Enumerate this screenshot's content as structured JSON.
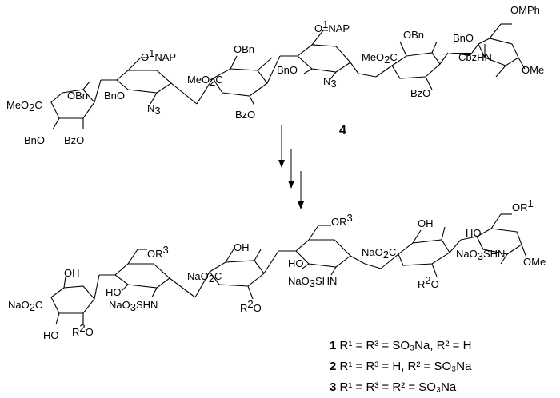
{
  "compound_label": "4",
  "top_labels": {
    "ome_top": "OMe",
    "omph": "OMPh",
    "bno_r1": "BnO",
    "cbzhn": "CbzHN",
    "obn_r2": "OBn",
    "meo2c_r2": "MeO",
    "bzo_r2": "BzO",
    "onap_r3": "O",
    "onap_r3_sup": "1",
    "onap_r3_tail": "NAP",
    "bno_r3": "BnO",
    "n3_r3": "N",
    "obn_r4": "OBn",
    "meo2c_r4": "MeO",
    "bzo_r4": "BzO",
    "onap_r5": "O",
    "onap_r5_sup": "1",
    "onap_r5_tail": "NAP",
    "bno_r5": "BnO",
    "n3_r5": "N",
    "obn_r6": "OBn",
    "meo2c_r6": "MeO",
    "bno_r6": "BnO",
    "bzo_r6": "BzO"
  },
  "bottom_labels": {
    "ome_bot": "OMe",
    "or1": "OR",
    "ho_r1": "HO",
    "naso3shn_r1": "NaO",
    "oh_r2": "OH",
    "nao2c_r2": "NaO",
    "r2o_r2": "R",
    "or3_r3": "OR",
    "ho_r3": "HO",
    "naso3shn_r3": "NaO",
    "oh_r4": "OH",
    "nao2c_r4": "NaO",
    "r2o_r4": "R",
    "or3_r5": "OR",
    "ho_r5": "HO",
    "naso3shn_r5": "NaO",
    "oh_r6": "OH",
    "nao2c_r6": "NaO",
    "ho_r6": "HO",
    "r2o_r6": "R"
  },
  "legend": [
    {
      "num": "1",
      "text": "R¹ = R³ = SO₃Na, R² = H"
    },
    {
      "num": "2",
      "text": "R¹ = R³ = H, R² = SO₃Na"
    },
    {
      "num": "3",
      "text": "R¹ = R³ = R² = SO₃Na"
    }
  ]
}
